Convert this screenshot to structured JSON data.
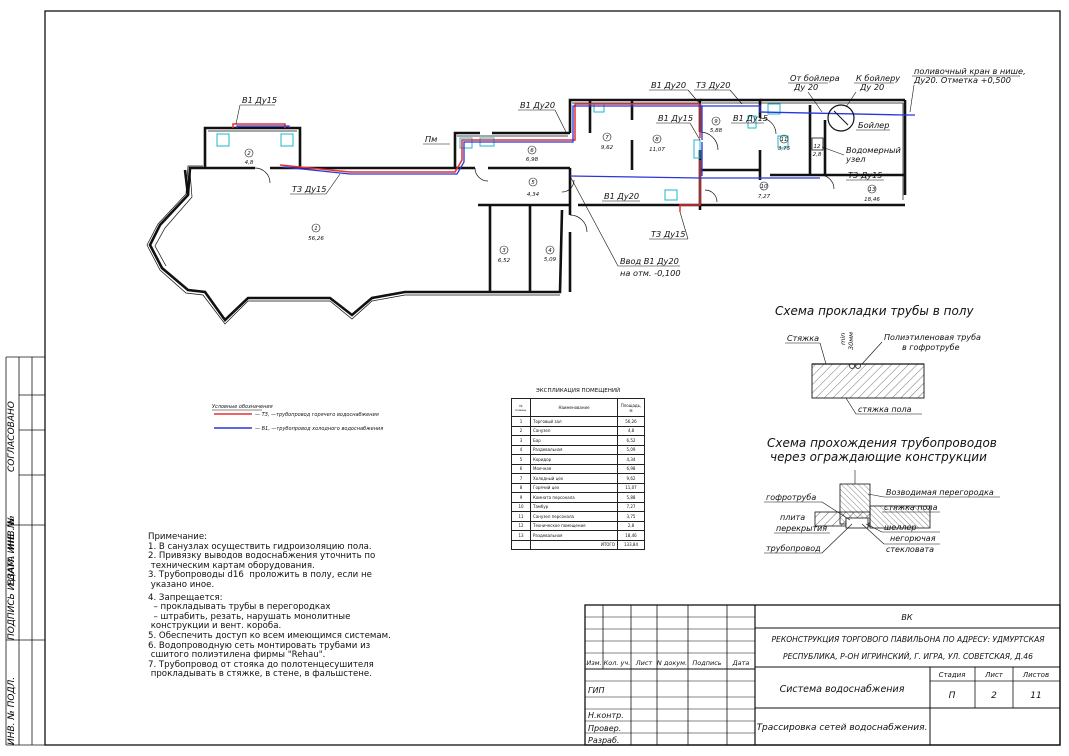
{
  "colors": {
    "hot_water": "#e53030",
    "cold_water": "#2a36d8",
    "line": "#111111",
    "cyan_fixture": "#18b8d0"
  },
  "left_stamp": {
    "agreed": "СОГЛАСОВАНО",
    "inv_no_1": "ИНВ. №",
    "signature_date": "ПОДПИСЬ И ДАТА",
    "replace_inv": "ВЗАМ. ИНВ. №",
    "orig_inv": "ИНВ. № ПОДЛ."
  },
  "plan": {
    "rooms": [
      {
        "no": "1",
        "area": "56,26"
      },
      {
        "no": "2",
        "area": "4,8"
      },
      {
        "no": "3",
        "area": "6,52"
      },
      {
        "no": "4",
        "area": "5,09"
      },
      {
        "no": "5",
        "area": "4,34"
      },
      {
        "no": "6",
        "area": "6,98"
      },
      {
        "no": "7",
        "area": "9,62"
      },
      {
        "no": "8",
        "area": "11,07"
      },
      {
        "no": "9",
        "area": "5,88"
      },
      {
        "no": "10",
        "area": "7,27"
      },
      {
        "no": "11",
        "area": "3,75"
      },
      {
        "no": "12",
        "area": "2,8"
      },
      {
        "no": "13",
        "area": "18,46"
      }
    ],
    "labels": {
      "b1_du15_left": "В1 Ду15",
      "t3_du15_left": "Т3 Ду15",
      "pm": "Пм",
      "b1_du20_mid": "В1 Ду20",
      "b1_du20_top": "В1 Ду20",
      "t3_du20_top": "Т3 Ду20",
      "b1_du15_r8": "В1 Ду15",
      "b1_du15_r9": "В1 Ду15",
      "from_boiler": "От бойлера",
      "from_boiler_d": "Ду 20",
      "to_boiler": "К бойлеру",
      "to_boiler_d": "Ду 20",
      "hose_tap": "поливочный кран в нише,",
      "hose_tap_2": "Ду20. Отметка +0,500",
      "boiler": "Бойлер",
      "meter": "Водомерный",
      "meter_2": "узел",
      "t3_du15_right": "Т3 Ду15",
      "b1_du20_lower": "В1 Ду20",
      "t3_du15_lower": "Т3 Ду15",
      "input": "Ввод В1 Ду20",
      "input_2": "на отм. -0,100"
    }
  },
  "legend": {
    "title": "Условные обозначения",
    "hot": "— ТЗ, —трубопровод горячего водоснабжения",
    "cold": "— В1, —трубопровод холодного водоснабжения"
  },
  "explication": {
    "title": "ЭКСПЛИКАЦИЯ ПОМЕЩЕНИЙ",
    "headers": [
      "№ помещ.",
      "Наименование",
      "Площадь, м"
    ],
    "rows": [
      [
        "1",
        "Торговый зал",
        "56,26"
      ],
      [
        "2",
        "Санузел",
        "4,8"
      ],
      [
        "3",
        "Бар",
        "6,52"
      ],
      [
        "4",
        "Раздевальная",
        "5,09"
      ],
      [
        "5",
        "Коридор",
        "4,34"
      ],
      [
        "6",
        "Моечная",
        "6,98"
      ],
      [
        "7",
        "Холодный цех",
        "9,62"
      ],
      [
        "8",
        "Горячий цех",
        "11,07"
      ],
      [
        "9",
        "Комната персонала",
        "5,88"
      ],
      [
        "10",
        "Тамбур",
        "7,27"
      ],
      [
        "11",
        "Санузел персонала",
        "3,75"
      ],
      [
        "12",
        "Техническое помещение",
        "2,8"
      ],
      [
        "13",
        "Раздевальная",
        "18,46"
      ]
    ],
    "total_label": "ИТОГО",
    "total": "133,84"
  },
  "notes": {
    "title": "Примечание:",
    "items": [
      "1. В санузлах осуществить гидроизоляцию пола.",
      "2. Привязку выводов водоснабжения уточнить по\n техническим картам оборудования.",
      "3. Трубопроводы d16  проложить в полу, если не\n указано иное.",
      "4. Запрещается:\n  – прокладывать трубы в перегородках\n  – штрабить, резать, нарушать монолитные\n конструкции и вент. короба.",
      "5. Обеспечить доступ ко всем имеющимся системам.",
      "6. Водопроводную сеть монтировать трубами из\n сшитого полиэтилена фирмы \"Rehau\".",
      "7. Трубопровод от стояка до полотенцесушителя\n прокладывать в стяжке, в стене, в фальшстене."
    ]
  },
  "floor_scheme": {
    "title": "Схема прокладки трубы в полу",
    "screed": "Стяжка",
    "min": "min",
    "mm": "30мм",
    "pipe": "Полиэтиленовая труба",
    "pipe_2": "в гофротрубе",
    "floor_screed": "стяжка пола"
  },
  "pass_scheme": {
    "title": "Схема прохождения трубопроводов",
    "title_2": "через ограждающие конструкции",
    "corrugated": "гофротруба",
    "slab": "плита",
    "slab_2": "перекрытия",
    "pipeline": "трубопровод",
    "partition": "Возводимая перегородка",
    "floor_screed": "стяжка пола",
    "sleeve": "шеллер",
    "nonflam": "негорючая",
    "wool": "стекловата"
  },
  "title_block": {
    "code": "ВК",
    "project": "РЕКОНСТРУКЦИЯ ТОРГОВОГО ПАВИЛЬОНА ПО АДРЕСУ: УДМУРТСКАЯ",
    "project_2": "РЕСПУБЛИКА, Р-ОН ИГРИНСКИЙ, Г. ИГРА, УЛ. СОВЕТСКАЯ, Д.46",
    "col_headers": [
      "Изм.",
      "Кол. уч.",
      "Лист",
      "N докум.",
      "Подпись",
      "Дата"
    ],
    "roles": [
      "ГИП",
      "Н.контр.",
      "Провер.",
      "Разраб."
    ],
    "system": "Система водоснабжения",
    "stage_h": "Стадия",
    "sheet_h": "Лист",
    "sheets_h": "Листов",
    "stage": "П",
    "sheet": "2",
    "sheets": "11",
    "drawing": "Трассировка сетей водоснабжения."
  }
}
